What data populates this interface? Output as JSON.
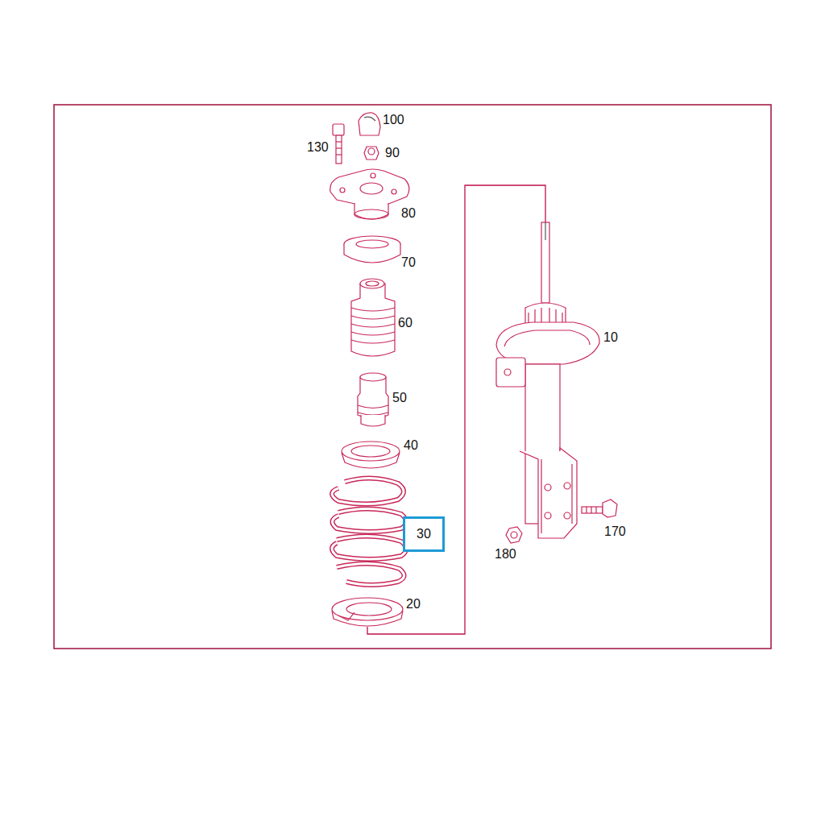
{
  "diagram": {
    "nodes": [
      {
        "text": [
          "30"
        ]
      }
    ],
    "labels": [
      "100",
      "130",
      "90",
      "80",
      "70",
      "60",
      "10",
      "50",
      "40",
      "170",
      "180",
      "20"
    ]
  }
}
